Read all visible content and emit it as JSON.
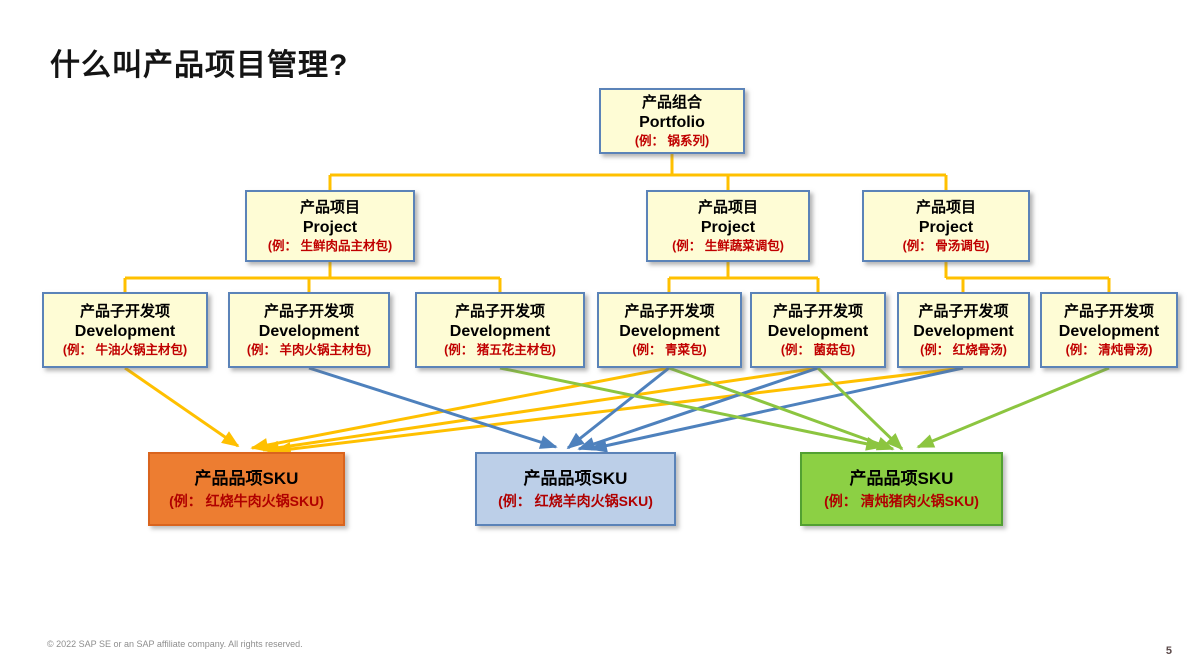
{
  "slide": {
    "title": "什么叫产品项目管理?",
    "footer": "© 2022 SAP SE or an SAP affiliate company. All rights reserved.",
    "page_number": "5"
  },
  "colors": {
    "connector_yellow": "#FFC000",
    "connector_blue": "#4E81BD",
    "connector_green": "#8CC540",
    "node_fill": "#FEFCD5",
    "node_border": "#5B83B8",
    "sku_orange_fill": "#ED7D31",
    "sku_blue_fill": "#BCCFE8",
    "sku_green_fill": "#8CD044",
    "example_text_red": "#C00000"
  },
  "tree": {
    "portfolio": {
      "cn": "产品组合",
      "en": "Portfolio",
      "ex": "(例： 锅系列)"
    },
    "projects": [
      {
        "cn": "产品项目",
        "en": "Project",
        "ex": "(例： 生鲜肉品主材包)"
      },
      {
        "cn": "产品项目",
        "en": "Project",
        "ex": "(例： 生鲜蔬菜调包)"
      },
      {
        "cn": "产品项目",
        "en": "Project",
        "ex": "(例： 骨汤调包)"
      }
    ],
    "developments": [
      {
        "cn": "产品子开发项",
        "en": "Development",
        "ex": "(例： 牛油火锅主材包)"
      },
      {
        "cn": "产品子开发项",
        "en": "Development",
        "ex": "(例： 羊肉火锅主材包)"
      },
      {
        "cn": "产品子开发项",
        "en": "Development",
        "ex": "(例： 猪五花主材包)"
      },
      {
        "cn": "产品子开发项",
        "en": "Development",
        "ex": "(例： 青菜包)"
      },
      {
        "cn": "产品子开发项",
        "en": "Development",
        "ex": "(例： 菌菇包)"
      },
      {
        "cn": "产品子开发项",
        "en": "Development",
        "ex": "(例： 红烧骨汤)"
      },
      {
        "cn": "产品子开发项",
        "en": "Development",
        "ex": "(例： 清炖骨汤)"
      }
    ],
    "skus": [
      {
        "title": "产品品项SKU",
        "ex": "(例： 红烧牛肉火锅SKU)",
        "variant": "orange"
      },
      {
        "title": "产品品项SKU",
        "ex": "(例： 红烧羊肉火锅SKU)",
        "variant": "blue"
      },
      {
        "title": "产品品项SKU",
        "ex": "(例： 清炖猪肉火锅SKU)",
        "variant": "green"
      }
    ],
    "edges": {
      "hierarchy": [
        {
          "from": "portfolio",
          "to": [
            "project-1",
            "project-2",
            "project-3"
          ]
        },
        {
          "from": "project-1",
          "to": [
            "development-1",
            "development-2",
            "development-3"
          ]
        },
        {
          "from": "project-2",
          "to": [
            "development-4",
            "development-5"
          ]
        },
        {
          "from": "project-3",
          "to": [
            "development-6",
            "development-7"
          ]
        }
      ],
      "sku_links": [
        {
          "sku": "sku-orange",
          "color": "#FFC000",
          "from": [
            "development-1",
            "development-4",
            "development-5",
            "development-6"
          ]
        },
        {
          "sku": "sku-blue",
          "color": "#4E81BD",
          "from": [
            "development-2",
            "development-4",
            "development-5",
            "development-6"
          ]
        },
        {
          "sku": "sku-green",
          "color": "#8CC540",
          "from": [
            "development-3",
            "development-4",
            "development-5",
            "development-7"
          ]
        }
      ]
    }
  }
}
